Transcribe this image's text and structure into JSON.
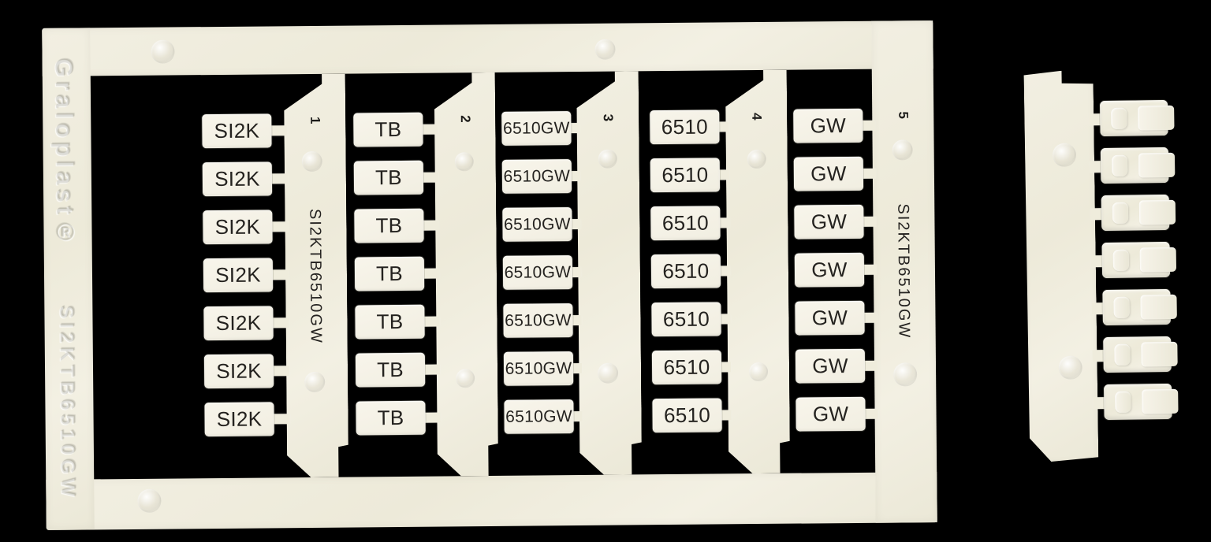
{
  "background_color": "#000000",
  "plastic_colors": {
    "body": "#f0edde",
    "label_face": "#f6f3e9",
    "printed_text": "#24221f",
    "embossed_relief": "#e7e3d2"
  },
  "sheet": {
    "embossed_brand": "Graloplast®",
    "embossed_part_number": "SI2KTB6510GW",
    "rows_per_column": 7,
    "columns": [
      {
        "number": "1",
        "strip_text": "SI2KTB6510GW",
        "cells": [
          "SI2K",
          "SI2K",
          "SI2K",
          "SI2K",
          "SI2K",
          "SI2K",
          "SI2K"
        ]
      },
      {
        "number": "2",
        "strip_text": "",
        "cells": [
          "TB",
          "TB",
          "TB",
          "TB",
          "TB",
          "TB",
          "TB"
        ]
      },
      {
        "number": "3",
        "strip_text": "",
        "cells": [
          "6510GW",
          "6510GW",
          "6510GW",
          "6510GW",
          "6510GW",
          "6510GW",
          "6510GW"
        ]
      },
      {
        "number": "4",
        "strip_text": "",
        "cells": [
          "6510",
          "6510",
          "6510",
          "6510",
          "6510",
          "6510",
          "6510"
        ]
      },
      {
        "number": "5",
        "strip_text": "SI2KTB6510GW",
        "cells": [
          "GW",
          "GW",
          "GW",
          "GW",
          "GW",
          "GW",
          "GW"
        ]
      }
    ]
  },
  "runner": {
    "tab_count": 7
  }
}
